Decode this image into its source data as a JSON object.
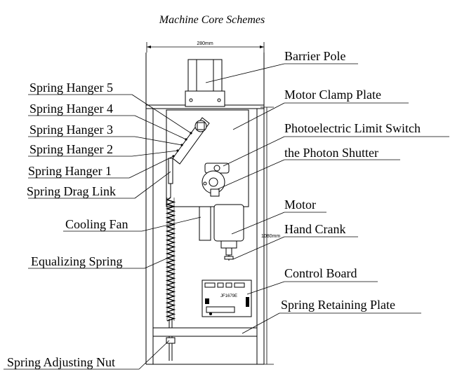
{
  "title": "Machine Core Schemes",
  "dimensions": {
    "width": "280mm",
    "height": "1080mm"
  },
  "labels": {
    "barrier_pole": "Barrier Pole",
    "motor_clamp_plate": "Motor Clamp Plate",
    "photoelectric_limit_switch": "Photoelectric Limit Switch",
    "photon_shutter": "the Photon Shutter",
    "motor": "Motor",
    "hand_crank": "Hand Crank",
    "control_board": "Control Board",
    "spring_retaining_plate": "Spring Retaining Plate",
    "spring_hanger_5": "Spring Hanger 5",
    "spring_hanger_4": "Spring Hanger 4",
    "spring_hanger_3": "Spring Hanger 3",
    "spring_hanger_2": "Spring Hanger 2",
    "spring_hanger_1": "Spring Hanger 1",
    "spring_drag_link": "Spring Drag Link",
    "cooling_fan": "Cooling Fan",
    "equalizing_spring": "Equalizing Spring",
    "spring_adjusting_nut": "Spring Adjusting Nut"
  },
  "board_text": "JF1679E"
}
